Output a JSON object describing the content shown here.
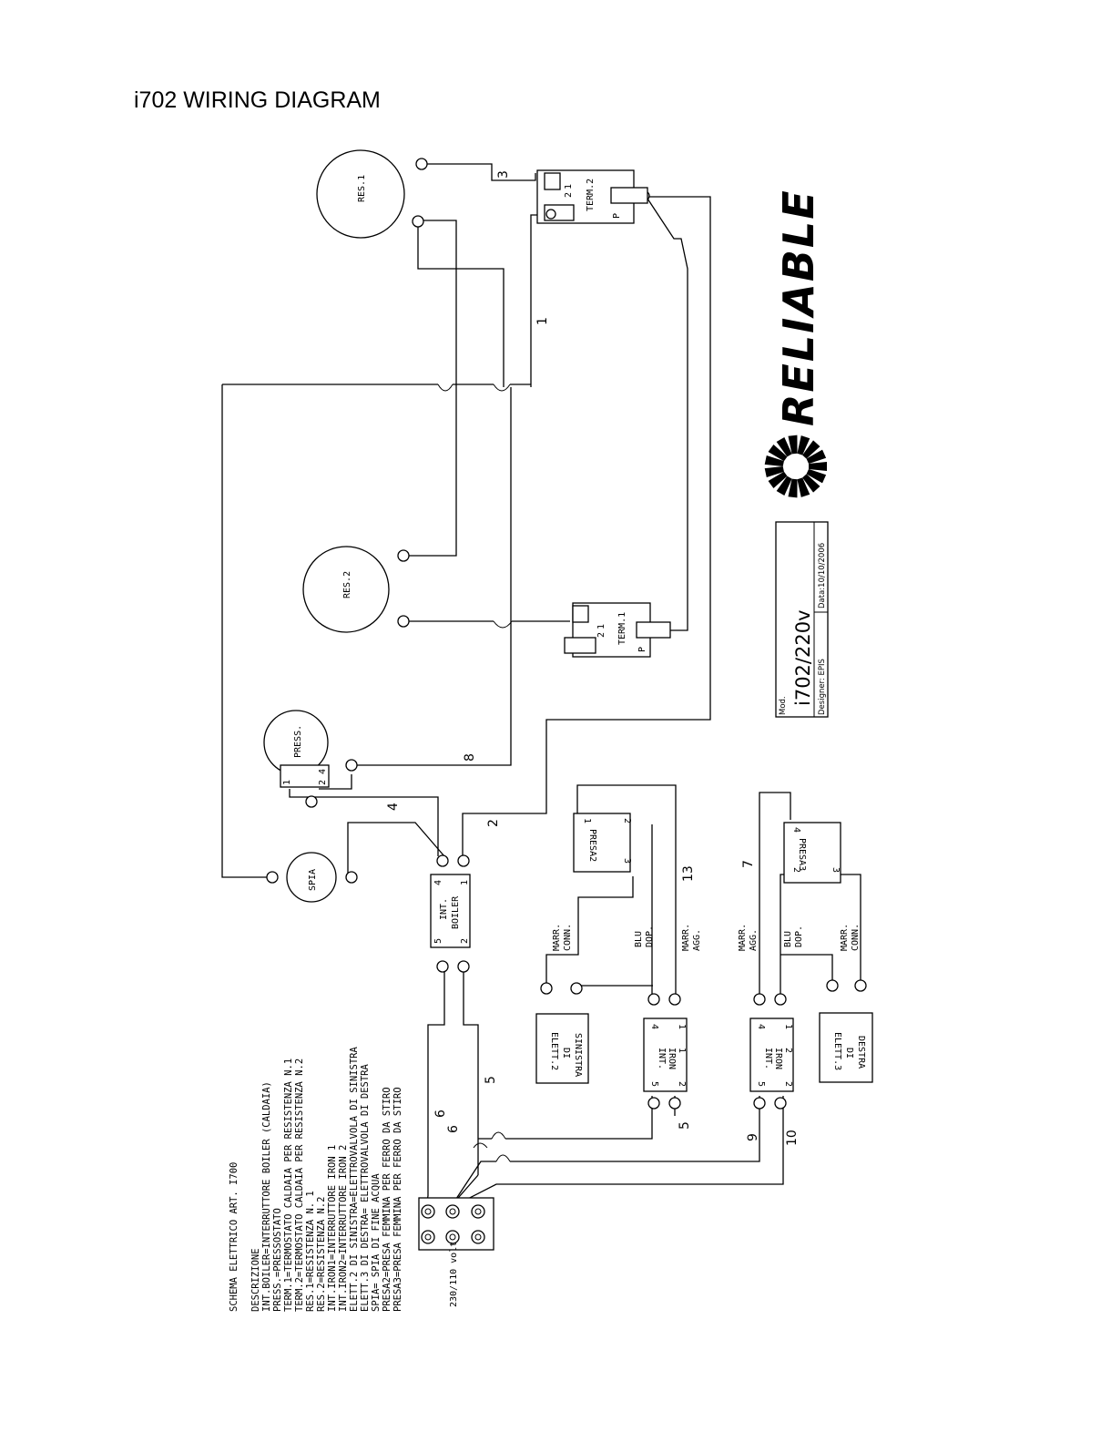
{
  "title": "i702 WIRING DIAGRAM",
  "components": {
    "res1": "RES.1",
    "res2": "RES.2",
    "term2": "TERM.2",
    "term1": "TERM.1",
    "press": "PRESS.",
    "spia": "SPIA",
    "int_boiler_1": "INT.",
    "int_boiler_2": "BOILER",
    "presa2": "PRESA2",
    "presa3": "PRESA3",
    "elett2_1": "ELETT.2",
    "elett2_2": "DI",
    "elett2_3": "SINISTRA",
    "elett3_1": "ELETT.3",
    "elett3_2": "DI",
    "elett3_3": "DESTRA",
    "int_iron_a": "INT.",
    "int_iron_b": "IRON",
    "int_iron1_n": "1",
    "int_iron2_n": "2",
    "power": "230/110 volt"
  },
  "pins": {
    "p1": "1",
    "p2": "2",
    "p3": "3",
    "p4": "4",
    "p5": "5",
    "pP": "P"
  },
  "wire_labels": {
    "marr_conn_1": "MARR.",
    "marr_conn_2": "CONN.",
    "blu_dop_1": "BLU",
    "blu_dop_2": "DOP.",
    "marr_agg_1": "MARR.",
    "marr_agg_2": "AGG."
  },
  "wire_numbers": [
    "3",
    "1",
    "8",
    "4",
    "2",
    "13",
    "7",
    "5",
    "6",
    "6",
    "5",
    "9",
    "10"
  ],
  "legend": [
    "SCHEMA ELETTRICO ART. I700",
    "",
    "DESCRIZIONE",
    "INT.BOILER=INTERRUTTORE BOILER (CALDAIA)",
    "PRESS.=PRESSOSTATO",
    "TERM.1=TERMOSTATO CALDAIA PER RESISTENZA N.1",
    "TERM.2=TERMOSTATO CALDAIA PER RESISTENZA N.2",
    "RES.1=RESISTENZA N. 1",
    "RES.2=RESISTENZA N.2",
    "INT.IRON1=INTERRUTTORE IRON 1",
    "INT.IRON2=INTERRUTTORE IRON 2",
    "ELETT.2 DI SINISTRA=ELETTROVALVOLA DI SINISTRA",
    "ELETT.3 DI DESTRA= ELETTROVALVOLA DI DESTRA",
    "SPIA= SPIA DI FINE ACQUA",
    "PRESA2=PRESA FEMMINA PER FERRO DA STIRO",
    "PRESA3=PRESA FEMMINA PER FERRO DA STIRO"
  ],
  "brand": "RELIABLE",
  "title_block": {
    "mod_label": "Mod.",
    "model": "i702/220v",
    "designer": "Designer: EPIS",
    "date": "Data:10/10/2006"
  }
}
